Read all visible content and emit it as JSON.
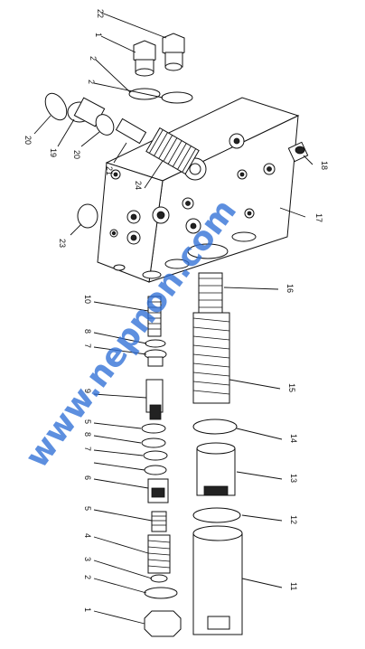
{
  "watermark": "www.nepnon.com",
  "callouts": {
    "c1_bottom": "1",
    "c2_bottom": "2",
    "c3": "3",
    "c4": "4",
    "c5": "5",
    "c6": "6",
    "c7_lower": "7",
    "c8_lower": "8",
    "c5_mid": "5",
    "c9": "9",
    "c7_upper": "7",
    "c8_upper": "8",
    "c10": "10",
    "c11": "11",
    "c12": "12",
    "c13": "13",
    "c14": "14",
    "c15": "15",
    "c16": "16",
    "c17": "17",
    "c18": "18",
    "c19": "19",
    "c20_left": "20",
    "c20_right": "20",
    "c21": "21",
    "c22": "22",
    "c1_top": "1",
    "c2_top_a": "2",
    "c2_top_b": "2",
    "c23": "23",
    "c24": "24"
  }
}
